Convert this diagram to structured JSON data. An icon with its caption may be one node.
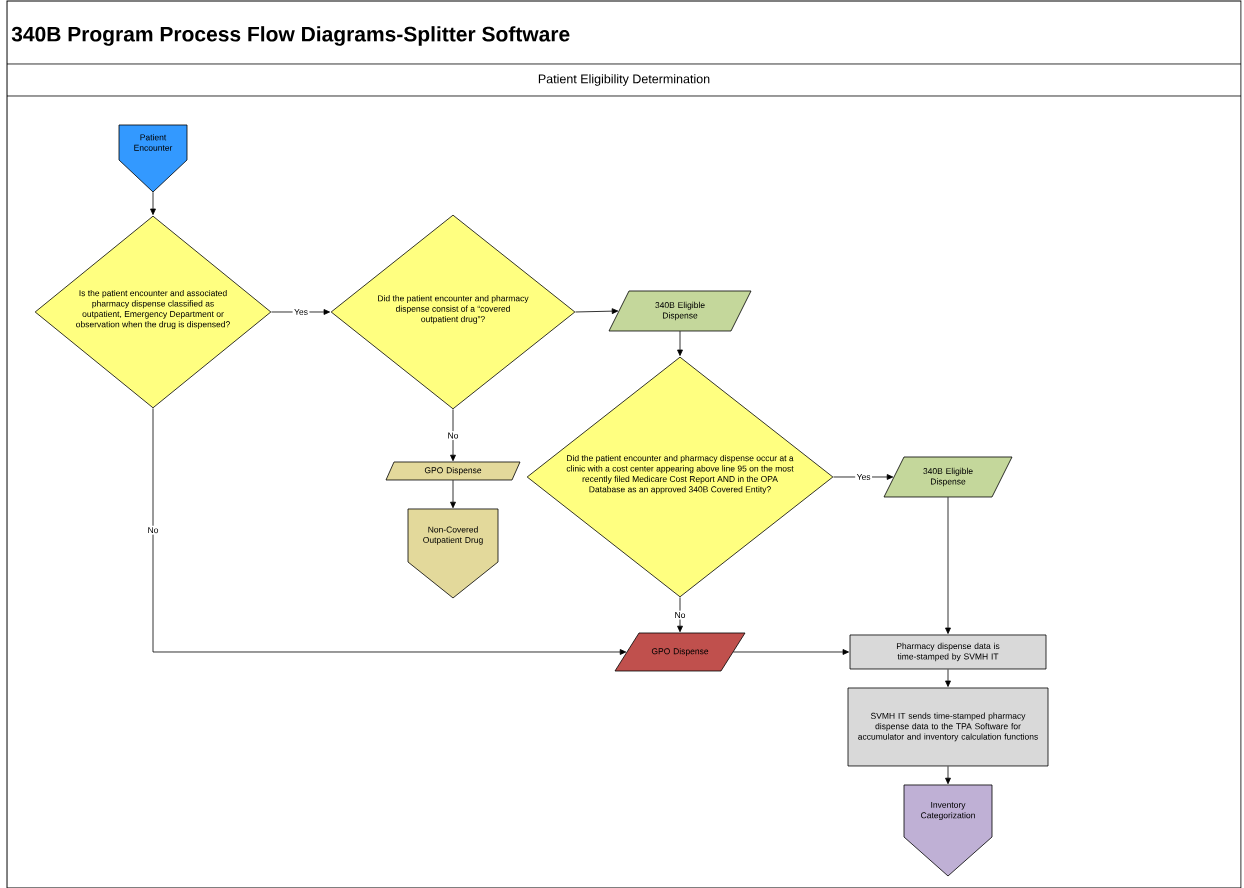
{
  "diagram": {
    "title": "340B Program Process Flow Diagrams-Splitter Software",
    "nodes": [
      {
        "text": [
          "Patient Encounter"
        ]
      },
      {
        "text": [
          "Is the patient encounter and associated pharmacy dispense classified as outpatient, Emergency Department  or observation when the drug is dispensed?"
        ]
      },
      {
        "text": [
          "Did the patient encounter and pharmacy dispense consist of a “covered outpatient drug”?"
        ]
      },
      {
        "text": [
          "340B Eligible Dispense"
        ]
      },
      {
        "text": [
          "GPO Dispense"
        ]
      },
      {
        "text": [
          "Non-Covered Outpatient Drug"
        ]
      },
      {
        "text": [
          "Did the patient encounter and pharmacy dispense  occur at a clinic with a cost center appearing above line 95 on the most recently filed Medicare Cost Report AND in the OPA Database as an approved 340B Covered Entity?"
        ]
      },
      {
        "text": [
          "340B Eligible Dispense"
        ]
      },
      {
        "text": [
          "GPO Dispense"
        ]
      },
      {
        "text": [
          "Pharmacy dispense data is time-stamped by SVMH IT"
        ]
      },
      {
        "text": [
          "SVMH IT sends time-stamped pharmacy dispense data to the TPA Software for accumulator and inventory calculation functions"
        ]
      },
      {
        "text": [
          "Inventory Categorization"
        ]
      }
    ],
    "edges": [
      {
        "from": 0,
        "to": 1,
        "arrow": "to"
      },
      {
        "from": 1,
        "to": 2,
        "arrow": "to",
        "label": "Yes"
      },
      {
        "from": 2,
        "to": 3,
        "arrow": "to"
      },
      {
        "from": 3,
        "to": 6,
        "arrow": "to"
      },
      {
        "from": 2,
        "to": 4,
        "arrow": "to",
        "label": "No"
      },
      {
        "from": 4,
        "to": 5,
        "arrow": "to"
      },
      {
        "from": 6,
        "to": 7,
        "arrow": "to",
        "label": "Yes"
      },
      {
        "from": 6,
        "to": 8,
        "arrow": "to",
        "label": "No"
      },
      {
        "from": 1,
        "to": 8,
        "arrow": "to",
        "label": "No"
      },
      {
        "from": 8,
        "to": 9,
        "arrow": "to"
      },
      {
        "from": 7,
        "to": 9,
        "arrow": "to"
      },
      {
        "from": 9,
        "to": 10,
        "arrow": "to"
      },
      {
        "from": 10,
        "to": 11,
        "arrow": "to"
      }
    ],
    "labels": [
      "Patient Eligibility Determination"
    ]
  }
}
